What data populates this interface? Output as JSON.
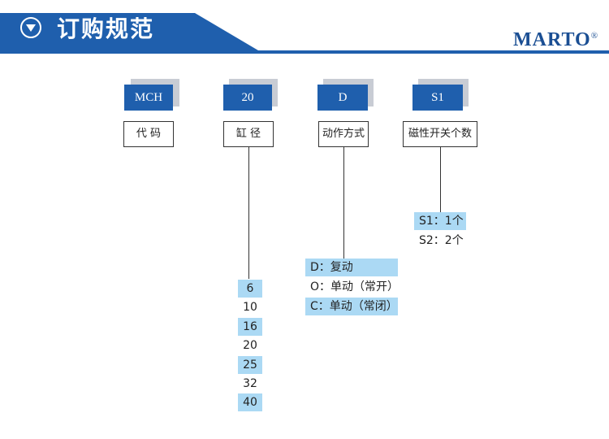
{
  "header": {
    "title": "订购规范",
    "brand": "MARTO",
    "brand_mark": "®"
  },
  "colors": {
    "header_blue": "#1f5fad",
    "highlight": "#abd9f4",
    "brand": "#1a4e93"
  },
  "fields": [
    {
      "code": "MCH",
      "label": "代 码"
    },
    {
      "code": "20",
      "label": "缸 径"
    },
    {
      "code": "D",
      "label": "动作方式"
    },
    {
      "code": "S1",
      "label": "磁性开关个数"
    }
  ],
  "bore_options": [
    "6",
    "10",
    "16",
    "20",
    "25",
    "32",
    "40"
  ],
  "action_options": [
    "D：复动",
    "O：单动（常开）",
    "C：单动（常闭）"
  ],
  "switch_options": [
    "S1：1个",
    "S2：2个"
  ]
}
